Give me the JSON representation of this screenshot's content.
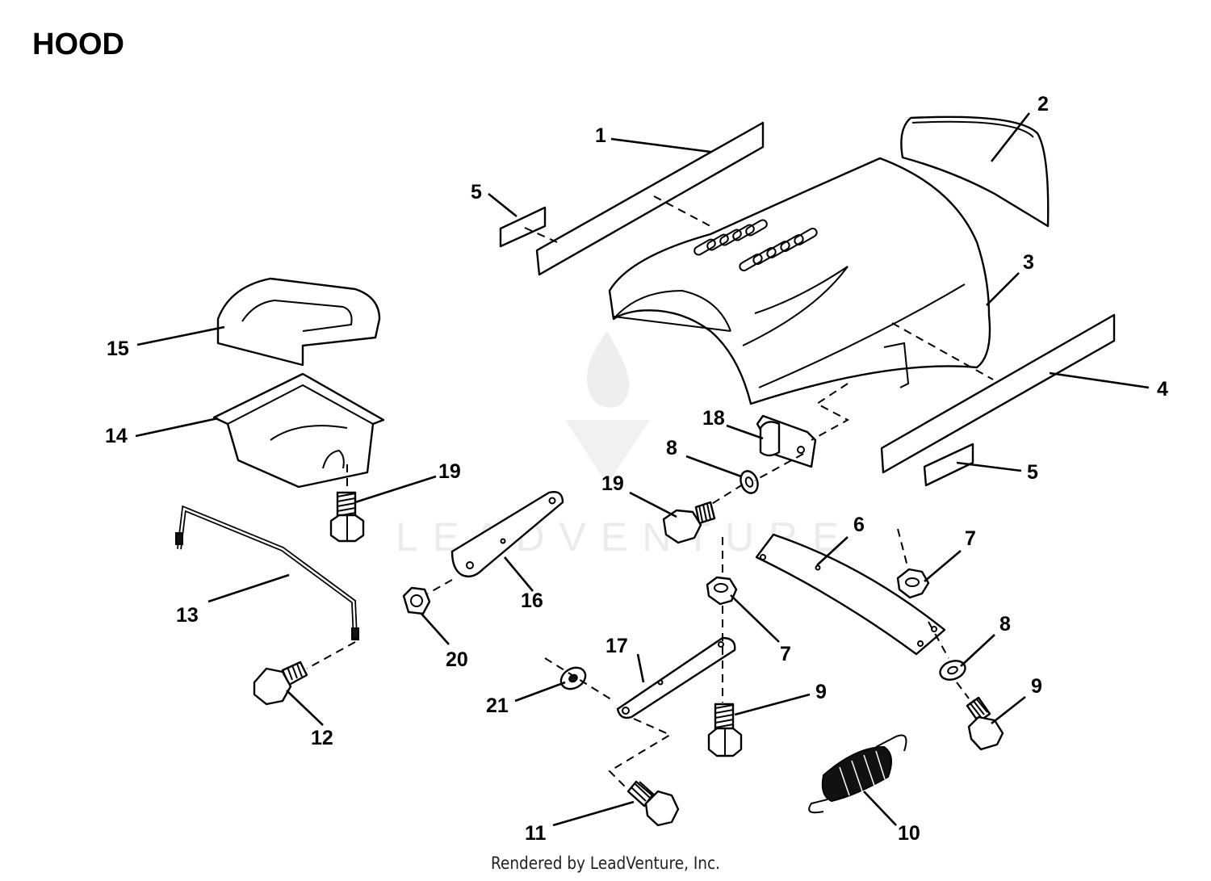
{
  "title": "HOOD",
  "footer": "Rendered by LeadVenture, Inc.",
  "watermark": "LEADVENTURE",
  "callouts": [
    "1",
    "2",
    "3",
    "4",
    "5",
    "5",
    "6",
    "7",
    "7",
    "8",
    "8",
    "9",
    "9",
    "10",
    "11",
    "12",
    "13",
    "14",
    "15",
    "16",
    "17",
    "18",
    "19",
    "19",
    "20",
    "21"
  ]
}
